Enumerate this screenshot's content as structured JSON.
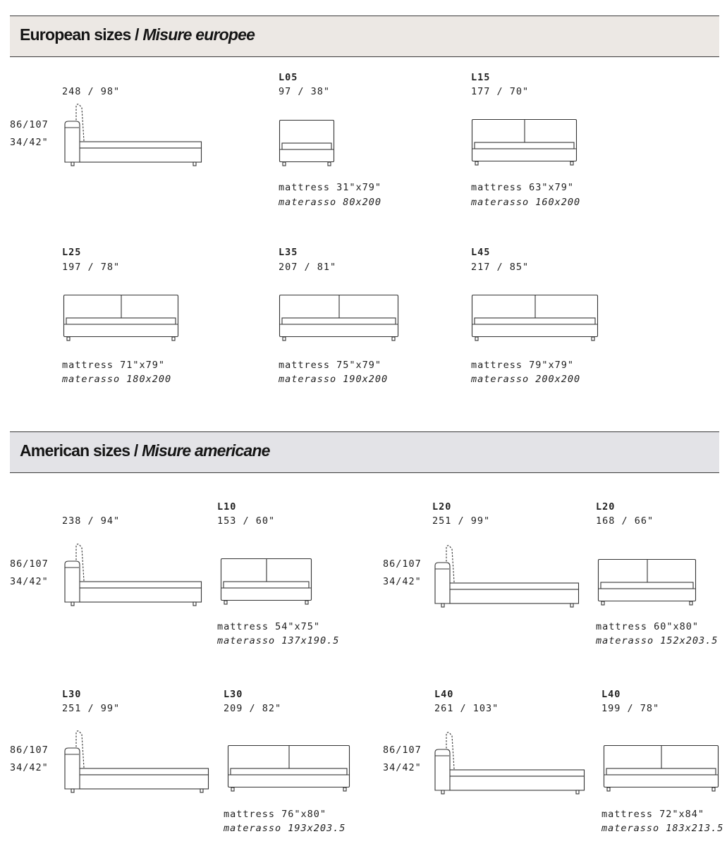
{
  "sections": {
    "european": {
      "title_en": "European sizes",
      "title_it": "Misure europee"
    },
    "american": {
      "title_en": "American sizes",
      "title_it": "Misure americane"
    }
  },
  "height_labels": {
    "cm": "86/107",
    "in": "34/42\""
  },
  "european_items": [
    {
      "code": "",
      "size": "248 / 98\"",
      "view": "side"
    },
    {
      "code": "L05",
      "size": "97 / 38\"",
      "mattress_en": "mattress 31\"x79\"",
      "mattress_it": "materasso 80x200",
      "view": "front"
    },
    {
      "code": "L15",
      "size": "177 / 70\"",
      "mattress_en": "mattress 63\"x79\"",
      "mattress_it": "materasso 160x200",
      "view": "front"
    },
    {
      "code": "L25",
      "size": "197 / 78\"",
      "mattress_en": "mattress 71\"x79\"",
      "mattress_it": "materasso 180x200",
      "view": "front"
    },
    {
      "code": "L35",
      "size": "207 / 81\"",
      "mattress_en": "mattress 75\"x79\"",
      "mattress_it": "materasso 190x200",
      "view": "front"
    },
    {
      "code": "L45",
      "size": "217 / 85\"",
      "mattress_en": "mattress 79\"x79\"",
      "mattress_it": "materasso 200x200",
      "view": "front"
    }
  ],
  "american_items": [
    {
      "code": "",
      "size": "238 / 94\"",
      "view": "side"
    },
    {
      "code": "L10",
      "size": "153 / 60\"",
      "mattress_en": "mattress 54\"x75\"",
      "mattress_it": "materasso 137x190.5",
      "view": "front"
    },
    {
      "code": "L20",
      "size": "251 / 99\"",
      "view": "side"
    },
    {
      "code": "L20",
      "size": "168 / 66\"",
      "mattress_en": "mattress 60\"x80\"",
      "mattress_it": "materasso 152x203.5",
      "view": "front"
    },
    {
      "code": "L30",
      "size": "251 / 99\"",
      "view": "side"
    },
    {
      "code": "L30",
      "size": "209 / 82\"",
      "mattress_en": "mattress 76\"x80\"",
      "mattress_it": "materasso 193x203.5",
      "view": "front"
    },
    {
      "code": "L40",
      "size": "261 / 103\"",
      "view": "side"
    },
    {
      "code": "L40",
      "size": "199 / 78\"",
      "mattress_en": "mattress 72\"x84\"",
      "mattress_it": "materasso 183x213.5",
      "view": "front"
    }
  ]
}
